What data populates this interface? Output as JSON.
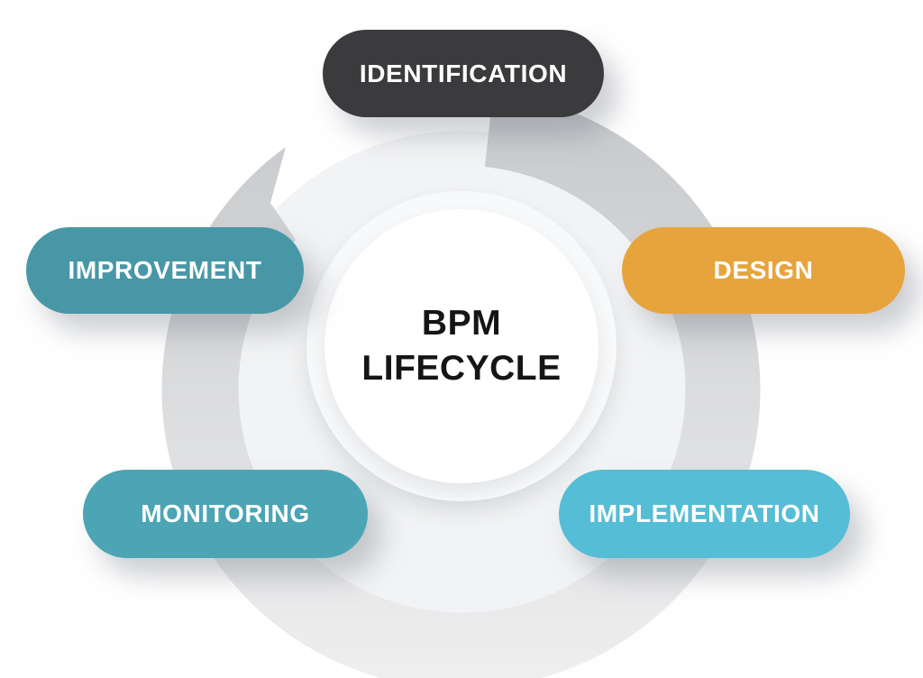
{
  "diagram": {
    "title_line1": "BPM",
    "title_line2": "LIFECYCLE",
    "stages": [
      {
        "id": "identification",
        "label": "IDENTIFICATION",
        "color": "#3b3b3d",
        "position": "top"
      },
      {
        "id": "design",
        "label": "DESIGN",
        "color": "#e7a43d",
        "position": "right"
      },
      {
        "id": "implementation",
        "label": "IMPLEMENTATION",
        "color": "#55bdd5",
        "position": "bottom-right"
      },
      {
        "id": "monitoring",
        "label": "MONITORING",
        "color": "#4ba5b5",
        "position": "bottom-left"
      },
      {
        "id": "improvement",
        "label": "IMPROVEMENT",
        "color": "#4897a7",
        "position": "left"
      }
    ],
    "background": {
      "big_circle_color": "#f2f3f4",
      "arrow_band_color_top": "#c6c8cb",
      "arrow_band_color_bottom": "#efeff0",
      "center_ring_color": "#f8f9fa",
      "center_circle_color": "#ffffff",
      "title_text_color": "#151515",
      "stage_text_color": "#ffffff"
    }
  }
}
